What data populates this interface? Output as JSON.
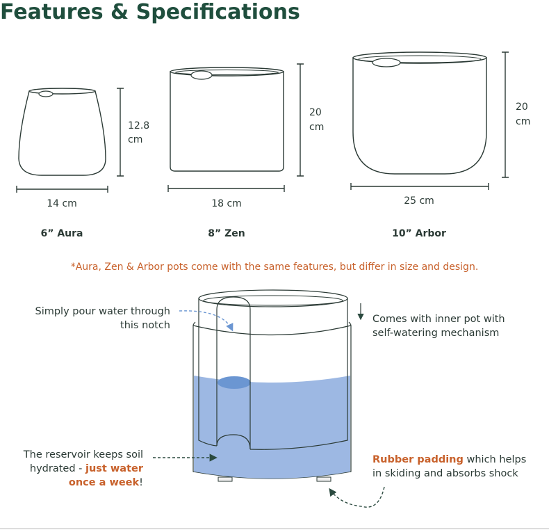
{
  "title": "Features & Specifications",
  "pots": [
    {
      "name": "6” Aura",
      "height_value": "12.8",
      "height_unit": "cm",
      "width": "14 cm"
    },
    {
      "name": "8” Zen",
      "height_value": "20",
      "height_unit": "cm",
      "width": "18 cm"
    },
    {
      "name": "10” Arbor",
      "height_value": "20",
      "height_unit": "cm",
      "width": "25 cm"
    }
  ],
  "footnote": "*Aura, Zen & Arbor pots come with the same features, but differ in size and design.",
  "callouts": {
    "notch": {
      "line1": "Simply pour water through",
      "line2": "this notch"
    },
    "inner_pot": {
      "line1": "Comes with inner pot with",
      "line2": "self-watering mechanism"
    },
    "reservoir": {
      "line1": "The reservoir keeps soil",
      "line2_plain": "hydrated - ",
      "line2_highlight": "just water",
      "line3_highlight": "once a week",
      "line3_end": "!"
    },
    "padding": {
      "highlight": "Rubber padding",
      "line1_rest": " which helps",
      "line2": "in skiding and absorbs shock"
    }
  },
  "colors": {
    "title": "#1f4e3d",
    "accent": "#c8612b",
    "water": "#9db8e3",
    "water_dark": "#6b96d2"
  }
}
